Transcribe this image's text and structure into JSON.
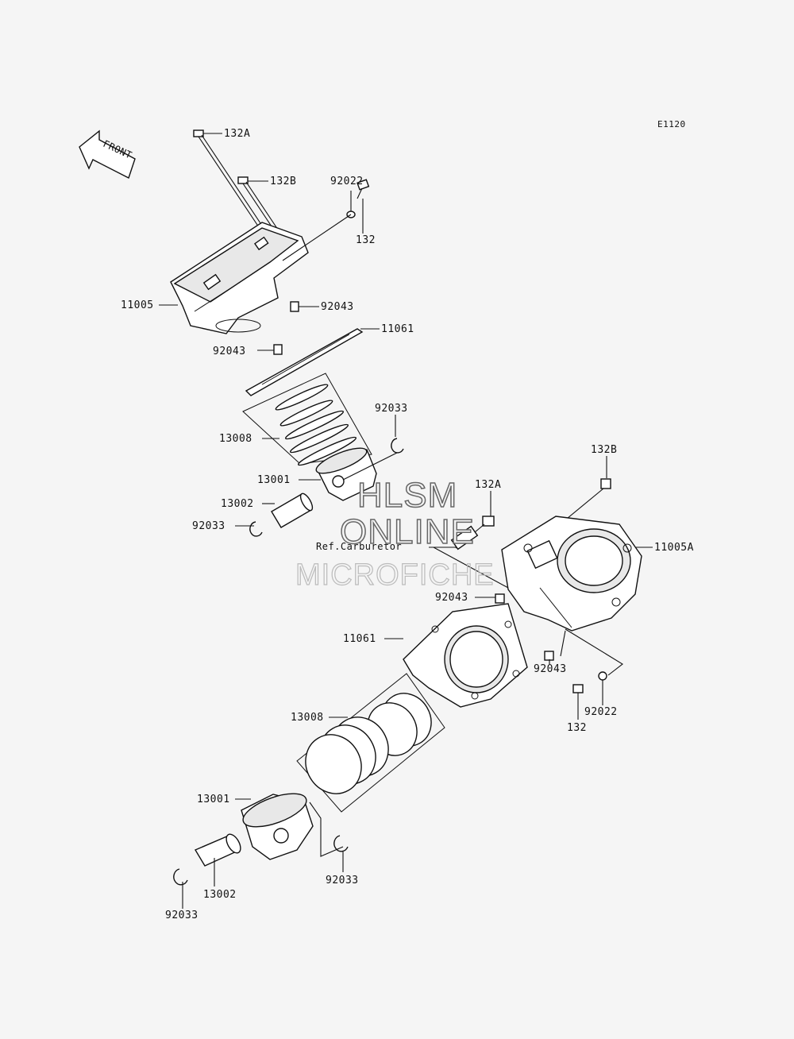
{
  "diagram_code": "E1120",
  "front_arrow_text": "FRONT",
  "reference_note": "Ref.Carburetor",
  "watermark": {
    "line1": "HLSM",
    "line2": "ONLINE",
    "line3": "MICROFICHE"
  },
  "callouts": [
    {
      "id": "c1",
      "text": "132A"
    },
    {
      "id": "c2",
      "text": "132B"
    },
    {
      "id": "c3",
      "text": "92022"
    },
    {
      "id": "c4",
      "text": "132"
    },
    {
      "id": "c5",
      "text": "11005"
    },
    {
      "id": "c6",
      "text": "92043"
    },
    {
      "id": "c7",
      "text": "11061"
    },
    {
      "id": "c8",
      "text": "92043"
    },
    {
      "id": "c9",
      "text": "92033"
    },
    {
      "id": "c10",
      "text": "13008"
    },
    {
      "id": "c11",
      "text": "13001"
    },
    {
      "id": "c12",
      "text": "13002"
    },
    {
      "id": "c13",
      "text": "92033"
    },
    {
      "id": "c14",
      "text": "132B"
    },
    {
      "id": "c15",
      "text": "132A"
    },
    {
      "id": "c16",
      "text": "11005A"
    },
    {
      "id": "c17",
      "text": "92043"
    },
    {
      "id": "c18",
      "text": "11061"
    },
    {
      "id": "c19",
      "text": "92043"
    },
    {
      "id": "c20",
      "text": "92022"
    },
    {
      "id": "c21",
      "text": "132"
    },
    {
      "id": "c22",
      "text": "13008"
    },
    {
      "id": "c23",
      "text": "13001"
    },
    {
      "id": "c24",
      "text": "13002"
    },
    {
      "id": "c25",
      "text": "92033"
    },
    {
      "id": "c26",
      "text": "92033"
    }
  ]
}
